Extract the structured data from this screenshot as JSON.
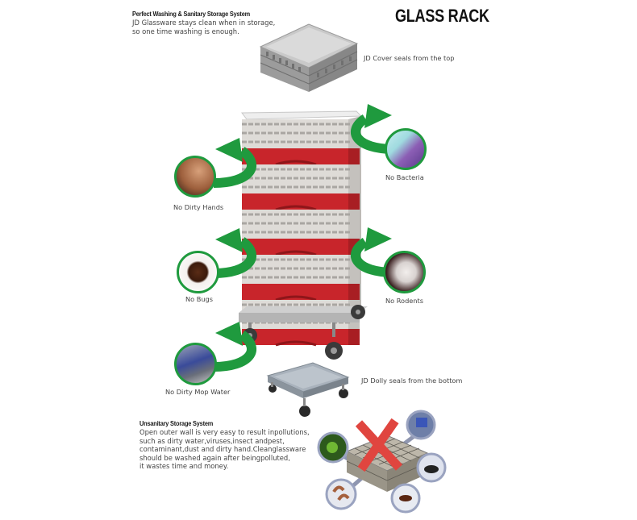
{
  "header": {
    "section_title": "Perfect Washing & Sanitary Storage System",
    "description_lines": [
      "JD Glassware stays clean when in storage,",
      "so one time washing is enough."
    ],
    "product_title": "GLASS RACK"
  },
  "callouts": {
    "cover": "JD Cover seals from the top",
    "dolly": "JD Dolly seals from the bottom"
  },
  "benefits": [
    {
      "label": "No Dirty Hands",
      "icon": "dirty-hands-photo"
    },
    {
      "label": "No Bacteria",
      "icon": "bacteria-photo"
    },
    {
      "label": "No Bugs",
      "icon": "cockroach-photo"
    },
    {
      "label": "No Rodents",
      "icon": "rodent-photo"
    },
    {
      "label": "No Dirty Mop Water",
      "icon": "mop-bucket-photo"
    }
  ],
  "unsanitary": {
    "title": "Unsanitary Storage System",
    "lines": [
      "Open outer wall is very easy to result inpollutions,",
      "such as dirty water,viruses,insect andpest,",
      "contaminant,dust and dirty hand.Cleanglassware",
      "should be washed again after beingpolluted,",
      "it wastes time and money."
    ]
  },
  "colors": {
    "arrow_green": "#1f9a3e",
    "rack_red": "#c8252b",
    "rack_gray": "#d9d6d2",
    "cross_red": "#e0453f",
    "contam_arrow": "#8f96b0"
  }
}
